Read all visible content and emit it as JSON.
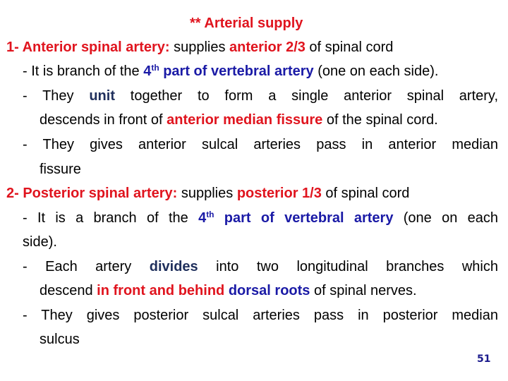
{
  "slide": {
    "title": "** Arterial supply",
    "page_number": "51",
    "colors": {
      "red": "#e0141e",
      "blue": "#1a1aa6",
      "navy": "#1f2f5c",
      "text": "#000000"
    },
    "section1": {
      "heading": "1- Anterior spinal artery:",
      "heading_rest1": " supplies ",
      "heading_emph": "anterior 2/3",
      "heading_rest2": " of spinal cord",
      "b1_pre": "- It is branch of the ",
      "b1_num": "4",
      "b1_sup": "th",
      "b1_emph": " part of vertebral artery",
      "b1_post": " (one on each side).",
      "b2_pre": "-  They ",
      "b2_emph": "unit",
      "b2_post": " together to form a single anterior spinal artery,",
      "b2_l2_pre": "descends in front of ",
      "b2_l2_emph": "anterior median fissure",
      "b2_l2_post": " of the spinal cord.",
      "b3_l1": "-  They gives anterior sulcal arteries pass in anterior median",
      "b3_l2": "fissure"
    },
    "section2": {
      "heading": "2- Posterior spinal artery:",
      "heading_rest1": " supplies ",
      "heading_emph": "posterior 1/3",
      "heading_rest2": " of spinal cord",
      "b1_pre": "- It is a branch of the ",
      "b1_num": "4",
      "b1_sup": "th",
      "b1_emph": " part of vertebral artery",
      "b1_post": " (one on each",
      "b1_l2": "side).",
      "b2_pre": "-  Each artery ",
      "b2_emph": "divides",
      "b2_post": " into two longitudinal branches which",
      "b2_l2_pre": "descend ",
      "b2_l2_emph_red": "in front and behind",
      "b2_l2_space": " ",
      "b2_l2_emph_blue": "dorsal roots",
      "b2_l2_post": " of spinal nerves.",
      "b3_l1": "-  They gives posterior sulcal arteries pass in posterior median",
      "b3_l2": "sulcus"
    }
  }
}
